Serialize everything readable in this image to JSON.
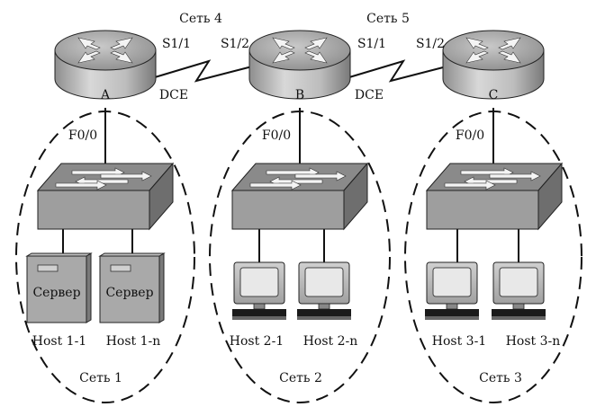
{
  "networks": {
    "net1": "Сеть 1",
    "net2": "Сеть 2",
    "net3": "Сеть 3",
    "net4": "Сеть 4",
    "net5": "Сеть 5"
  },
  "routers": {
    "a": {
      "name": "A"
    },
    "b": {
      "name": "B"
    },
    "c": {
      "name": "C"
    }
  },
  "interfaces": {
    "a_serial": "S1/1",
    "b_serial_left": "S1/2",
    "b_serial_right": "S1/1",
    "c_serial": "S1/2",
    "a_dce": "DCE",
    "b_dce": "DCE",
    "a_fast": "F0/0",
    "b_fast": "F0/0",
    "c_fast": "F0/0"
  },
  "hosts": {
    "h11": "Host 1-1",
    "h1n": "Host 1-n",
    "h21": "Host 2-1",
    "h2n": "Host 2-n",
    "h31": "Host 3-1",
    "h3n": "Host 3-n"
  },
  "servers": {
    "s1": "Сервер",
    "s2": "Сервер"
  },
  "colors": {
    "router_body": "#b9b9b9",
    "router_top": "#9a9a9a",
    "switch_face": "#9b9b9b",
    "switch_top": "#7e7e7e",
    "server_body": "#a8a8a8",
    "line": "#111111"
  }
}
